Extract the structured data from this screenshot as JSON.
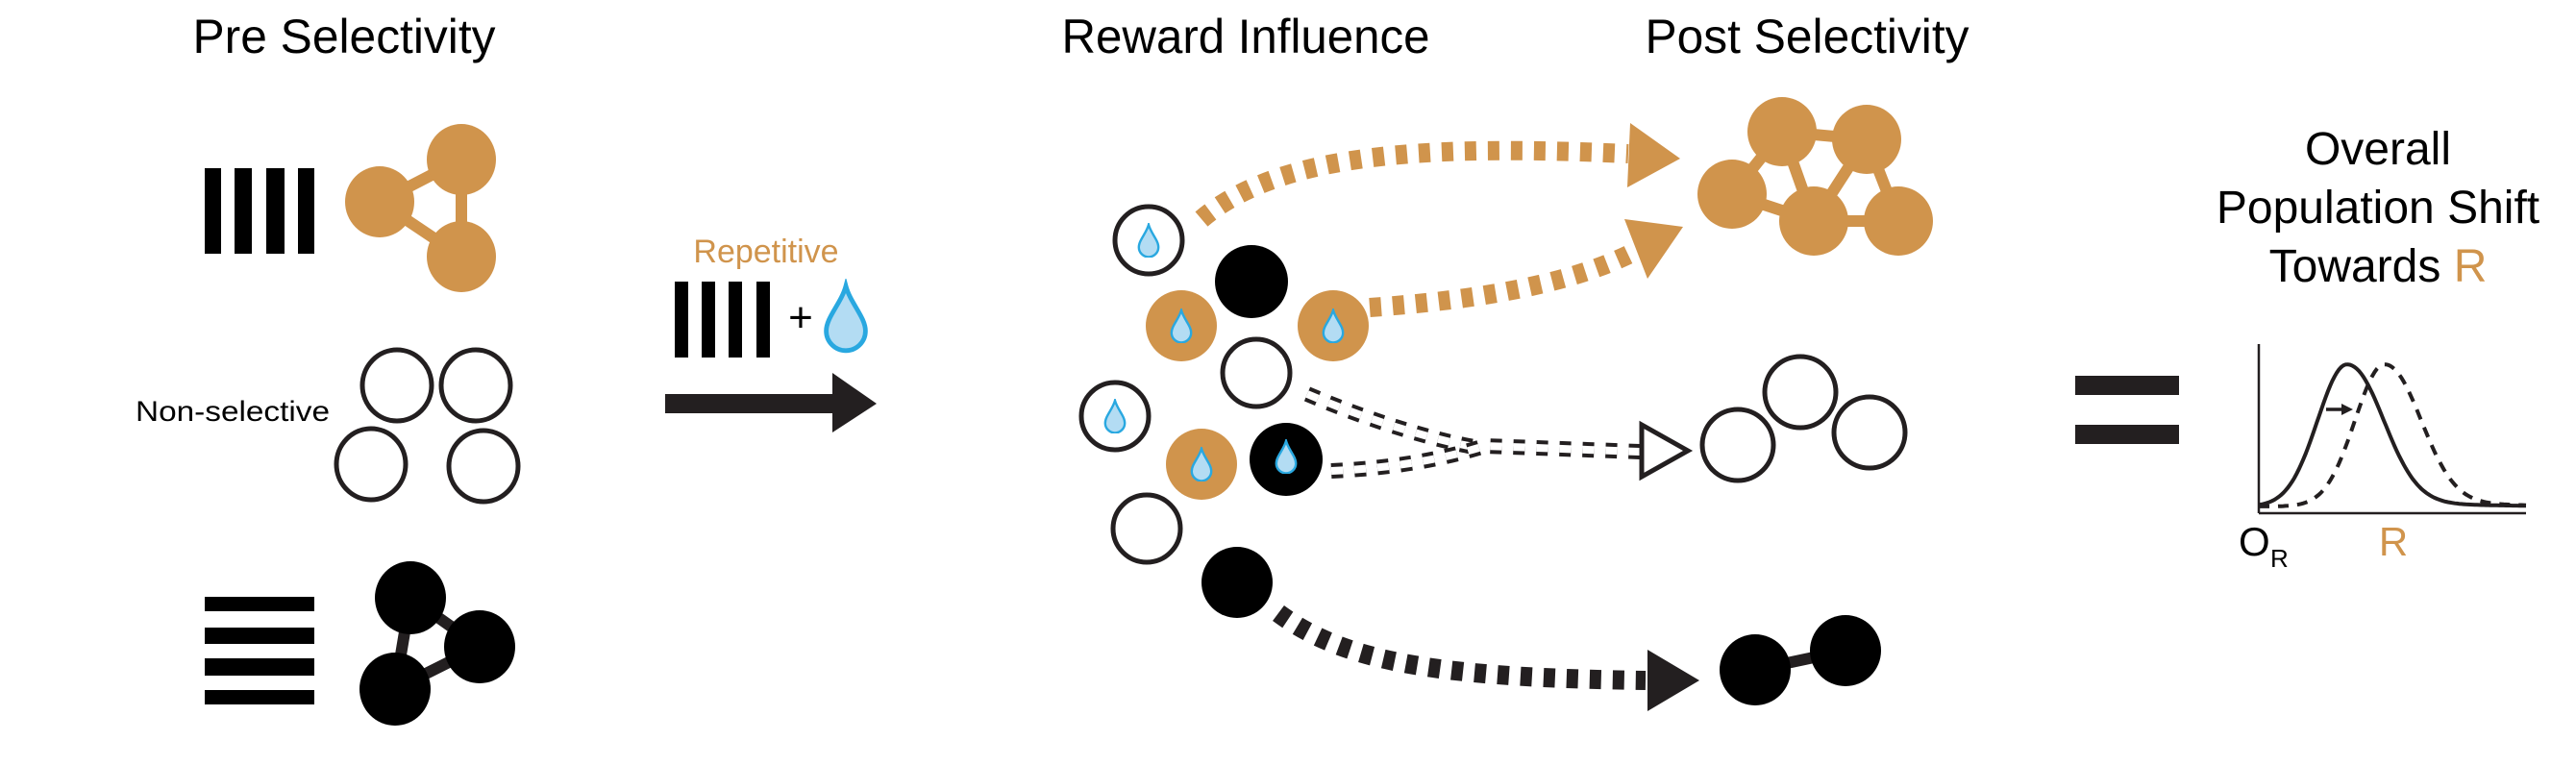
{
  "colors": {
    "orange": "#d0944c",
    "black": "#000000",
    "dark": "#231f20",
    "drop_fill": "#b3dcf3",
    "drop_stroke": "#29a8e0",
    "white": "#ffffff"
  },
  "titles": {
    "pre": "Pre Selectivity",
    "reward": "Reward Influence",
    "post": "Post Selectivity"
  },
  "pre_selectivity": {
    "vertical_group": {
      "stimulus": "vertical-grating",
      "cells": "orange",
      "cell_count": 3
    },
    "nonselective_group": {
      "label": "Non-selective",
      "cells": "hollow",
      "cell_count": 4
    },
    "horizontal_group": {
      "stimulus": "horizontal-grating",
      "cells": "black",
      "cell_count": 3
    }
  },
  "training": {
    "label": "Repetitive",
    "stimulus": "vertical-grating",
    "plus": "+",
    "reward": "water-drop"
  },
  "reward_influence": {
    "cells": [
      {
        "type": "hollow",
        "reward": true
      },
      {
        "type": "black",
        "reward": false
      },
      {
        "type": "orange",
        "reward": true
      },
      {
        "type": "orange",
        "reward": true
      },
      {
        "type": "hollow",
        "reward": false
      },
      {
        "type": "hollow",
        "reward": true
      },
      {
        "type": "orange",
        "reward": true
      },
      {
        "type": "black",
        "reward": true
      },
      {
        "type": "hollow",
        "reward": false
      },
      {
        "type": "black",
        "reward": false
      }
    ],
    "arrows": [
      {
        "from": "hollow-rewarded",
        "to": "orange-network",
        "style": "orange-dashed"
      },
      {
        "from": "orange-rewarded",
        "to": "orange-network",
        "style": "orange-dashed"
      },
      {
        "from": "hollow",
        "to": "hollow-group",
        "style": "hollow-dashed"
      },
      {
        "from": "black-rewarded",
        "to": "hollow-group",
        "style": "hollow-dashed"
      },
      {
        "from": "black",
        "to": "black-pair",
        "style": "black-dashed"
      }
    ]
  },
  "post_selectivity": {
    "orange_network": {
      "cell_count": 5
    },
    "hollow_group": {
      "cell_count": 3
    },
    "black_pair": {
      "cell_count": 2
    }
  },
  "equals": "=",
  "summary": {
    "line1": "Overall",
    "line2": "Population Shift",
    "line3_prefix": "Towards",
    "line3_highlight": "R"
  },
  "chart_data": {
    "type": "line",
    "title": "",
    "xlabel": "",
    "ylabel": "",
    "x_tick_labels": [
      {
        "text": "O",
        "sub": "R",
        "at": 0
      },
      {
        "text": "R",
        "at": 0.4
      }
    ],
    "xlim": [
      0,
      1
    ],
    "ylim": [
      0,
      1
    ],
    "series": [
      {
        "name": "pre",
        "style": "solid",
        "peak_x": 0.33,
        "peak_y": 0.88
      },
      {
        "name": "post",
        "style": "dashed",
        "peak_x": 0.47,
        "peak_y": 0.88
      }
    ],
    "annotation": "shift-arrow",
    "grid": false,
    "legend": "none"
  }
}
